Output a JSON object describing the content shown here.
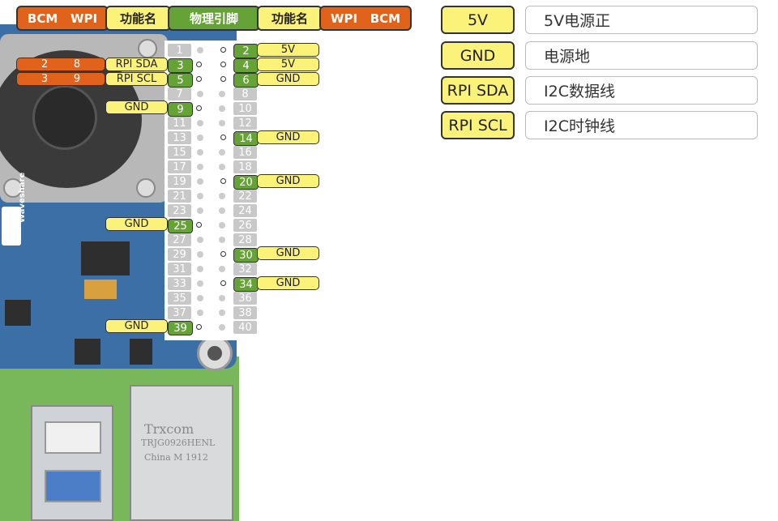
{
  "header": {
    "left_bcm_wpi": "BCM   WPI",
    "left_func": "功能名",
    "physical": "物理引脚",
    "right_func": "功能名",
    "right_wpi_bcm": "WPI   BCM"
  },
  "colors": {
    "orange": "#e0621b",
    "yellow": "#fbf27a",
    "green": "#66a337",
    "grey": "#c8c8c8"
  },
  "pins_left": [
    "1",
    "3",
    "5",
    "7",
    "9",
    "11",
    "13",
    "15",
    "17",
    "19",
    "21",
    "23",
    "25",
    "27",
    "29",
    "31",
    "33",
    "35",
    "37",
    "39"
  ],
  "pins_right": [
    "2",
    "4",
    "6",
    "8",
    "10",
    "12",
    "14",
    "16",
    "18",
    "20",
    "22",
    "24",
    "26",
    "28",
    "30",
    "32",
    "34",
    "36",
    "38",
    "40"
  ],
  "left_labels": {
    "p3": {
      "bcm": "2",
      "wpi": "8",
      "func": "RPI SDA"
    },
    "p5": {
      "bcm": "3",
      "wpi": "9",
      "func": "RPI SCL"
    },
    "p9": {
      "func": "GND"
    },
    "p25": {
      "func": "GND"
    },
    "p39": {
      "func": "GND"
    }
  },
  "right_labels": {
    "p2": "5V",
    "p4": "5V",
    "p6": "GND",
    "p14": "GND",
    "p20": "GND",
    "p30": "GND",
    "p34": "GND"
  },
  "legend": [
    {
      "key": "5V",
      "desc": "5V电源正"
    },
    {
      "key": "GND",
      "desc": "电源地"
    },
    {
      "key": "RPI SDA",
      "desc": "I2C数据线"
    },
    {
      "key": "RPI SCL",
      "desc": "I2C时钟线"
    }
  ],
  "board": {
    "brand_text": "Waveshare",
    "connector_text_1": "Trxcom",
    "connector_text_2": "TRJG0926HENL",
    "connector_text_3": "China M 1912"
  }
}
